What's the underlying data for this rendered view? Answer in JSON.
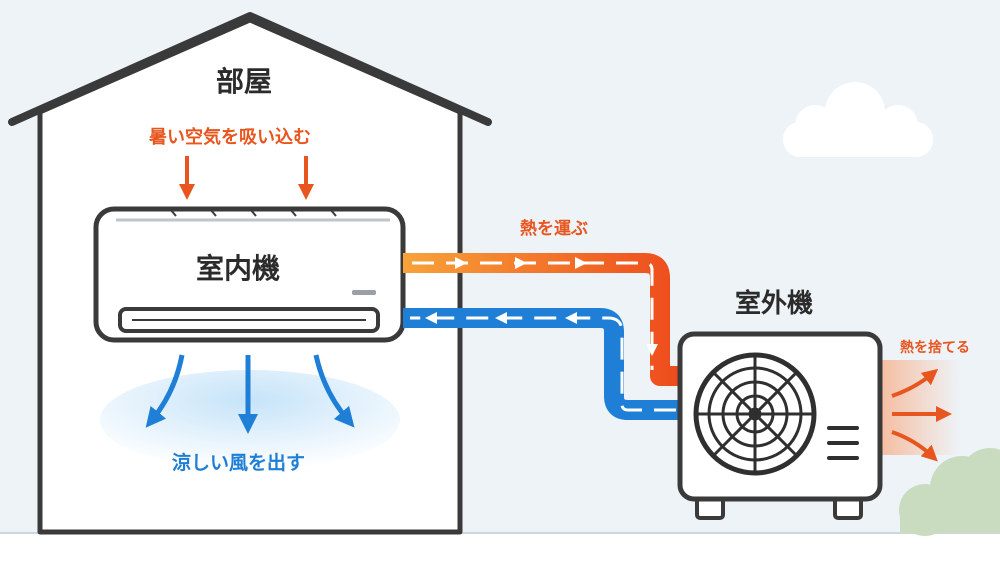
{
  "labels": {
    "room": "部屋",
    "indoor_unit": "室内機",
    "outdoor_unit": "室外機",
    "intake": "暑い空気を吸い込む",
    "carry_heat": "熱を運ぶ",
    "release_heat": "熱を捨てる",
    "cool_air": "涼しい風を出す"
  },
  "colors": {
    "background": "#eef3f8",
    "outline": "#3a3a3a",
    "hot": "#f0541e",
    "cold": "#1f7fd6",
    "tree": "#c9dcc0",
    "cloud": "#ffffff"
  }
}
